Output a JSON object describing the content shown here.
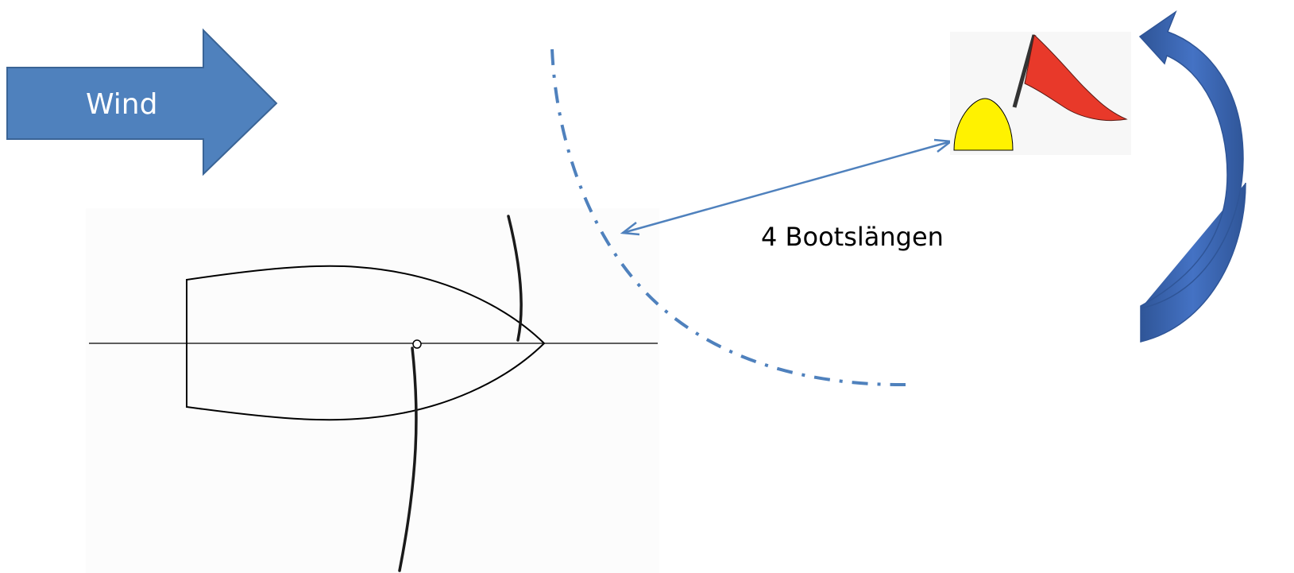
{
  "wind_arrow": {
    "label": "Wind",
    "fill_color": "#4f81bd",
    "stroke_color": "#3a6496"
  },
  "distance": {
    "label": "4 Bootslängen",
    "line_color": "#4f81bd"
  },
  "zone_circle": {
    "style": "dash-dot",
    "color": "#4f81bd"
  },
  "mark": {
    "buoy_color": "#fff200",
    "flag_color": "#e8392a"
  },
  "rounding_arrow": {
    "direction": "counterclockwise",
    "fill_color": "#4472c4"
  },
  "boat": {
    "hull_color": "#000000",
    "sail_color": "#1a1a1a"
  }
}
